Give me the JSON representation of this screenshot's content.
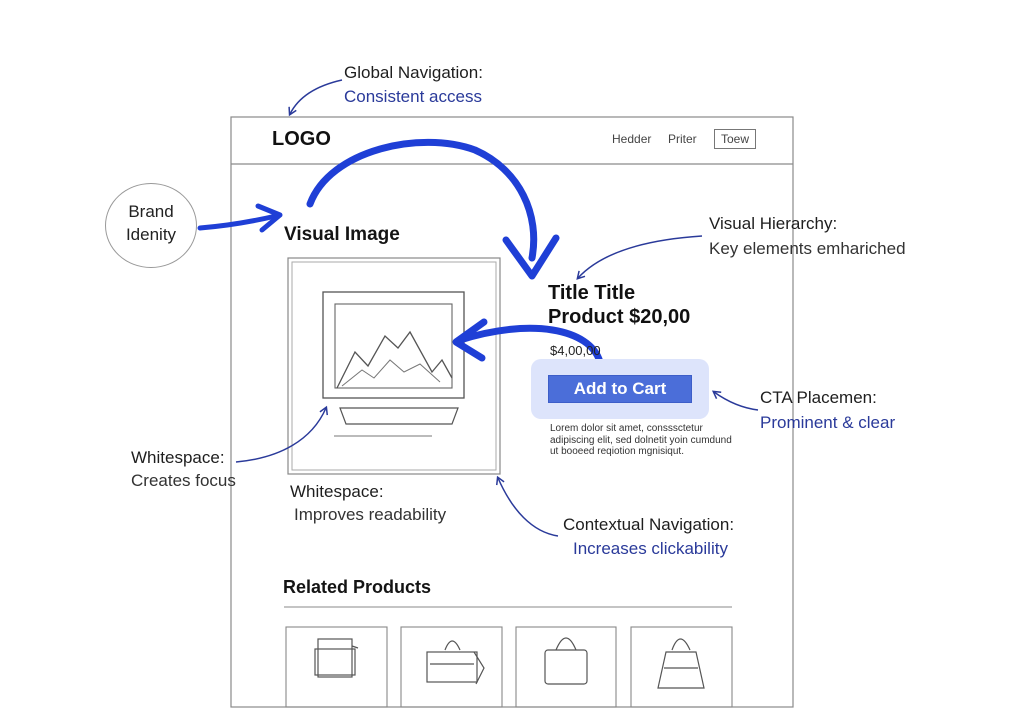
{
  "annotations": {
    "global_navigation": {
      "title": "Global Navigation:",
      "subtitle": "Consistent access"
    },
    "brand_identity": {
      "line1": "Brand",
      "line2": "Idenity"
    },
    "visual_hierarchy": {
      "title": "Visual Hierarchy:",
      "subtitle": "Key elements emhariched"
    },
    "cta_placement": {
      "title": "CTA Placemen:",
      "subtitle": "Prominent & clear"
    },
    "whitespace_focus": {
      "title": "Whitespace:",
      "subtitle": "Creates focus"
    },
    "whitespace_readability": {
      "title": "Whitespace:",
      "subtitle": "Improves readability"
    },
    "contextual_navigation": {
      "title": "Contextual Navigation:",
      "subtitle": "Increases clickability"
    }
  },
  "wireframe": {
    "header": {
      "logo": "LOGO",
      "nav_items": [
        "Hedder",
        "Priter"
      ],
      "nav_button": "Toew"
    },
    "visual_image_heading": "Visual Image",
    "product": {
      "title_line1": "Title Title",
      "title_line2": "Product $20,00",
      "price": "$4,00,00",
      "cta_label": "Add to Cart",
      "description": "Lorem dolor sit amet, consssctetur adipiscing elit, sed dolnetit yoin cumdund ut booeed reqiotion mgnisiqut."
    },
    "related_products_heading": "Related Products",
    "related_product_icons": [
      "box-icon",
      "handbag-icon",
      "tote-bag-icon",
      "bag-with-handle-icon"
    ]
  },
  "colors": {
    "arrow_accent": "#1f3fd6",
    "annotation_blue": "#2a3a9a",
    "cta_button": "#4b6ed9",
    "cta_glow": "#dde4fb"
  }
}
